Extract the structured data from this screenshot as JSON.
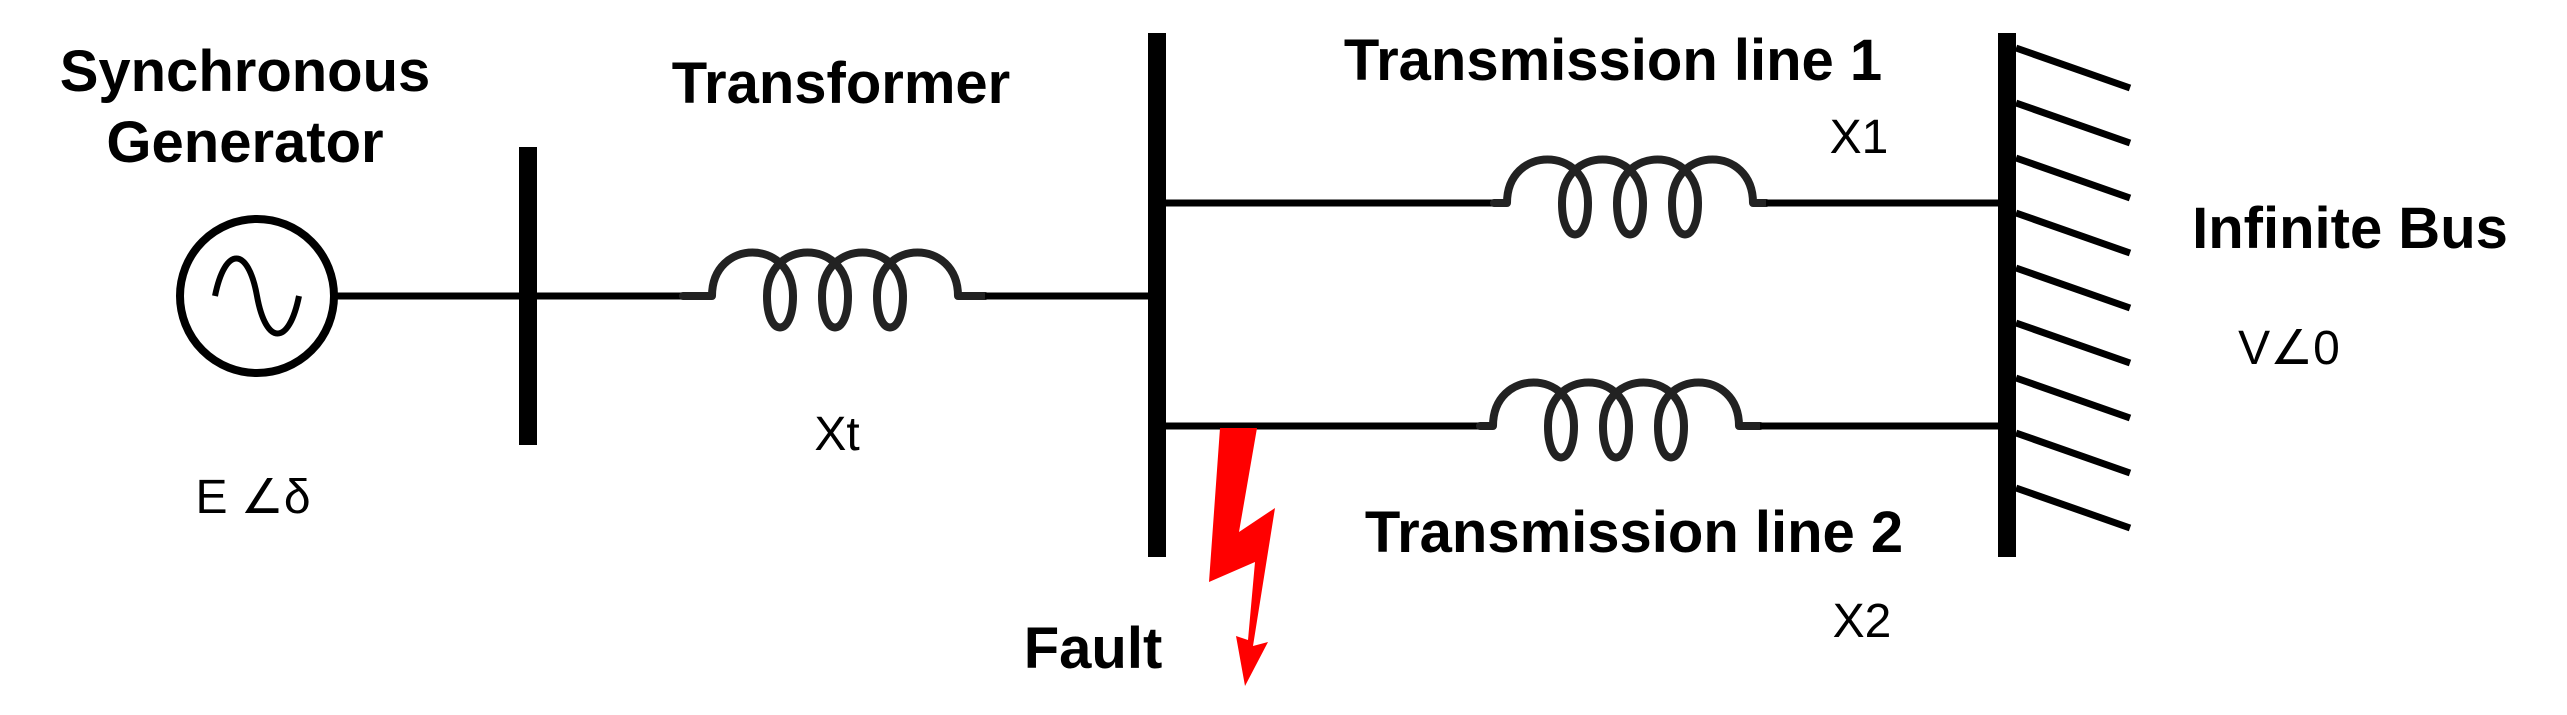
{
  "labels": {
    "generator": [
      "Synchronous",
      "Generator"
    ],
    "generator_value": "E ∠δ",
    "transformer": "Transformer",
    "transformer_value": "Xt",
    "line1": "Transmission line 1",
    "line1_value": "X1",
    "line2": "Transmission line 2",
    "line2_value": "X2",
    "infinite_bus": "Infinite Bus",
    "infinite_bus_value": "V∠0",
    "fault": "Fault"
  },
  "colors": {
    "line": "#000000",
    "fault": "#ff0000",
    "background": "#ffffff"
  },
  "icons": {
    "generator": "ac-source-icon",
    "inductor": "inductor-coil-icon",
    "ground": "infinite-bus-hatch-icon",
    "fault": "lightning-bolt-icon"
  }
}
